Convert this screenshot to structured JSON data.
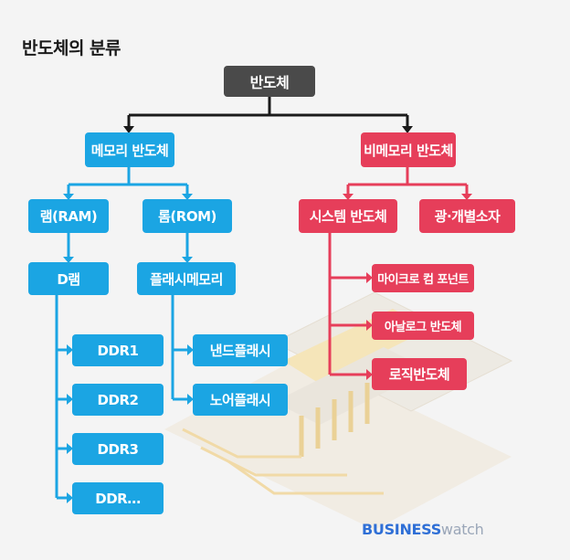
{
  "title": "반도체의 분류",
  "root": "반도체",
  "memory": {
    "label": "메모리 반도체",
    "ram": {
      "label": "램(RAM)",
      "d_ram": "D램",
      "children": [
        "DDR1",
        "DDR2",
        "DDR3",
        "DDR…"
      ]
    },
    "rom": {
      "label": "롬(ROM)",
      "flash": "플래시메모리",
      "children": [
        "낸드플래시",
        "노어플래시"
      ]
    }
  },
  "non_memory": {
    "label": "비메모리 반도체",
    "system": {
      "label": "시스템 반도체",
      "children": [
        "마이크로 컴 포넌트",
        "아날로그 반도체",
        "로직반도체"
      ]
    },
    "discrete": "광·개별소자"
  },
  "brand": {
    "part1": "BUSINESS",
    "part2": "watch"
  },
  "colors": {
    "root": "#4a4a4a",
    "memory": "#1ba5e3",
    "non_memory": "#e63e5a",
    "connector": "#1a1a1a"
  }
}
